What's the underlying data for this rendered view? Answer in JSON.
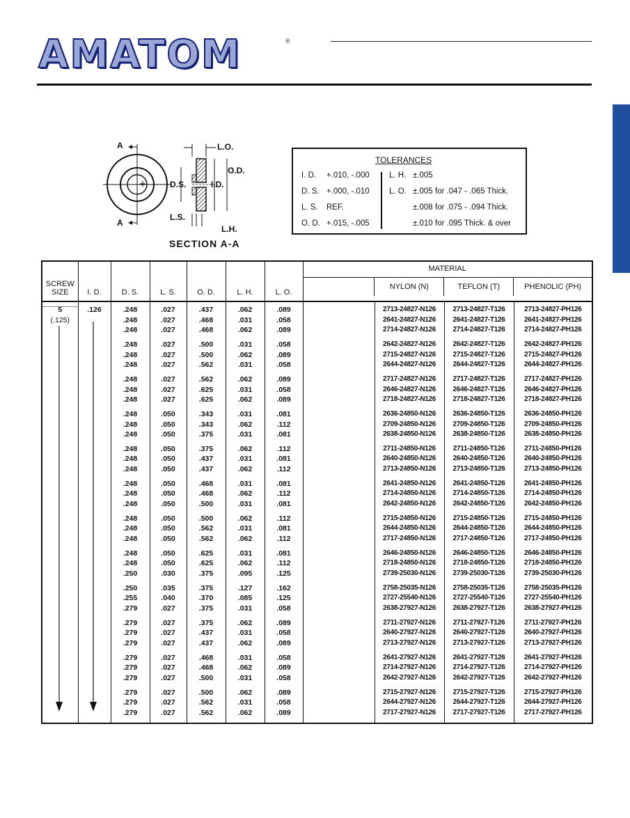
{
  "brand": {
    "name": "AMATOM",
    "registered": "®"
  },
  "drawing": {
    "labels": {
      "a_top": "A",
      "a_bottom": "A",
      "lo": "L.O.",
      "od": "O.D.",
      "ds": "D.S.",
      "id": "I.D.",
      "ls": "L.S.",
      "lh": "L.H."
    },
    "section": "SECTION A-A"
  },
  "tolerances": {
    "title": "TOLERANCES",
    "left": [
      {
        "label": "I. D.",
        "value": "+.010, -.000"
      },
      {
        "label": "D. S.",
        "value": "+.000, -.010"
      },
      {
        "label": "L. S.",
        "value": "REF."
      },
      {
        "label": "O. D.",
        "value": "+.015, -.005"
      }
    ],
    "right": [
      {
        "label": "L. H.",
        "value": "±.005"
      },
      {
        "label": "L. O.",
        "value": "±.005 for .047 - .065 Thick."
      },
      {
        "label": "",
        "value": "±.008 for .075 - .094 Thick."
      },
      {
        "label": "",
        "value": "±.010 for .095 Thick. & over"
      }
    ]
  },
  "table": {
    "headers": {
      "screw": "SCREW SIZE",
      "id": "I. D.",
      "ds": "D. S.",
      "ls": "L. S.",
      "od": "O. D.",
      "lh": "L. H.",
      "lo": "L. O.",
      "material": "MATERIAL",
      "nylon": "NYLON (N)",
      "teflon": "TEFLON (T)",
      "phenolic": "PHENOLIC (PH)"
    },
    "screw_size": "5",
    "screw_size_sub": "(.125)",
    "id_value": ".126",
    "rows": [
      [
        ".248",
        ".027",
        ".437",
        ".062",
        ".089",
        "2713-24827-N126",
        "2713-24827-T126",
        "2713-24827-PH126"
      ],
      [
        ".248",
        ".027",
        ".468",
        ".031",
        ".058",
        "2641-24827-N126",
        "2641-24827-T126",
        "2641-24827-PH126"
      ],
      [
        ".248",
        ".027",
        ".468",
        ".062",
        ".089",
        "2714-24827-N126",
        "2714-24827-T126",
        "2714-24827-PH126"
      ],
      [
        ".248",
        ".027",
        ".500",
        ".031",
        ".058",
        "2642-24827-N126",
        "2642-24827-T126",
        "2642-24827-PH126"
      ],
      [
        ".248",
        ".027",
        ".500",
        ".062",
        ".089",
        "2715-24827-N126",
        "2715-24827-T126",
        "2715-24827-PH126"
      ],
      [
        ".248",
        ".027",
        ".562",
        ".031",
        ".058",
        "2644-24827-N126",
        "2644-24827-T126",
        "2644-24827-PH126"
      ],
      [
        ".248",
        ".027",
        ".562",
        ".062",
        ".089",
        "2717-24827-N126",
        "2717-24827-T126",
        "2717-24827-PH126"
      ],
      [
        ".248",
        ".027",
        ".625",
        ".031",
        ".058",
        "2646-24827-N126",
        "2646-24827-T126",
        "2646-24827-PH126"
      ],
      [
        ".248",
        ".027",
        ".625",
        ".062",
        ".089",
        "2718-24827-N126",
        "2718-24827-T126",
        "2718-24827-PH126"
      ],
      [
        ".248",
        ".050",
        ".343",
        ".031",
        ".081",
        "2636-24850-N126",
        "2636-24850-T126",
        "2636-24850-PH126"
      ],
      [
        ".248",
        ".050",
        ".343",
        ".062",
        ".112",
        "2709-24850-N126",
        "2709-24850-T126",
        "2709-24850-PH126"
      ],
      [
        ".248",
        ".050",
        ".375",
        ".031",
        ".081",
        "2638-24850-N126",
        "2638-24850-T126",
        "2638-24850-PH126"
      ],
      [
        ".248",
        ".050",
        ".375",
        ".062",
        ".112",
        "2711-24850-N126",
        "2711-24850-T126",
        "2711-24850-PH126"
      ],
      [
        ".248",
        ".050",
        ".437",
        ".031",
        ".081",
        "2640-24850-N126",
        "2640-24850-T126",
        "2640-24850-PH126"
      ],
      [
        ".248",
        ".050",
        ".437",
        ".062",
        ".112",
        "2713-24850-N126",
        "2713-24850-T126",
        "2713-24850-PH126"
      ],
      [
        ".248",
        ".050",
        ".468",
        ".031",
        ".081",
        "2641-24850-N126",
        "2641-24850-T126",
        "2641-24850-PH126"
      ],
      [
        ".248",
        ".050",
        ".468",
        ".062",
        ".112",
        "2714-24850-N126",
        "2714-24850-T126",
        "2714-24850-PH126"
      ],
      [
        ".248",
        ".050",
        ".500",
        ".031",
        ".081",
        "2642-24850-N126",
        "2642-24850-T126",
        "2642-24850-PH126"
      ],
      [
        ".248",
        ".050",
        ".500",
        ".062",
        ".112",
        "2715-24850-N126",
        "2715-24850-T126",
        "2715-24850-PH126"
      ],
      [
        ".248",
        ".050",
        ".562",
        ".031",
        ".081",
        "2644-24850-N126",
        "2644-24850-T126",
        "2644-24850-PH126"
      ],
      [
        ".248",
        ".050",
        ".562",
        ".062",
        ".112",
        "2717-24850-N126",
        "2717-24850-T126",
        "2717-24850-PH126"
      ],
      [
        ".248",
        ".050",
        ".625",
        ".031",
        ".081",
        "2646-24850-N126",
        "2646-24850-T126",
        "2646-24850-PH126"
      ],
      [
        ".248",
        ".050",
        ".625",
        ".062",
        ".112",
        "2718-24850-N126",
        "2718-24850-T126",
        "2718-24850-PH126"
      ],
      [
        ".250",
        ".030",
        ".375",
        ".095",
        ".125",
        "2739-25030-N126",
        "2739-25030-T126",
        "2739-25030-PH126"
      ],
      [
        ".250",
        ".035",
        ".375",
        ".127",
        ".162",
        "2758-25035-N126",
        "2758-25035-T126",
        "2758-25035-PH126"
      ],
      [
        ".255",
        ".040",
        ".370",
        ".085",
        ".125",
        "2727-25540-N126",
        "2727-25540-T126",
        "2727-25540-PH126"
      ],
      [
        ".279",
        ".027",
        ".375",
        ".031",
        ".058",
        "2638-27927-N126",
        "2638-27927-T126",
        "2638-27927-PH126"
      ],
      [
        ".279",
        ".027",
        ".375",
        ".062",
        ".089",
        "2711-27927-N126",
        "2711-27927-T126",
        "2711-27927-PH126"
      ],
      [
        ".279",
        ".027",
        ".437",
        ".031",
        ".058",
        "2640-27927-N126",
        "2640-27927-T126",
        "2640-27927-PH126"
      ],
      [
        ".279",
        ".027",
        ".437",
        ".062",
        ".089",
        "2713-27927-N126",
        "2713-27927-T126",
        "2713-27927-PH126"
      ],
      [
        ".279",
        ".027",
        ".468",
        ".031",
        ".058",
        "2641-27927-N126",
        "2641-27927-T126",
        "2641-27927-PH126"
      ],
      [
        ".279",
        ".027",
        ".468",
        ".062",
        ".089",
        "2714-27927-N126",
        "2714-27927-T126",
        "2714-27927-PH126"
      ],
      [
        ".279",
        ".027",
        ".500",
        ".031",
        ".058",
        "2642-27927-N126",
        "2642-27927-T126",
        "2642-27927-PH126"
      ],
      [
        ".279",
        ".027",
        ".500",
        ".062",
        ".089",
        "2715-27927-N126",
        "2715-27927-T126",
        "2715-27927-PH126"
      ],
      [
        ".279",
        ".027",
        ".562",
        ".031",
        ".058",
        "2644-27927-N126",
        "2644-27927-T126",
        "2644-27927-PH126"
      ],
      [
        ".279",
        ".027",
        ".562",
        ".062",
        ".089",
        "2717-27927-N126",
        "2717-27927-T126",
        "2717-27927-PH126"
      ]
    ]
  },
  "colors": {
    "brand_blue": "#16237a",
    "side_tab": "#1f4f9e"
  }
}
